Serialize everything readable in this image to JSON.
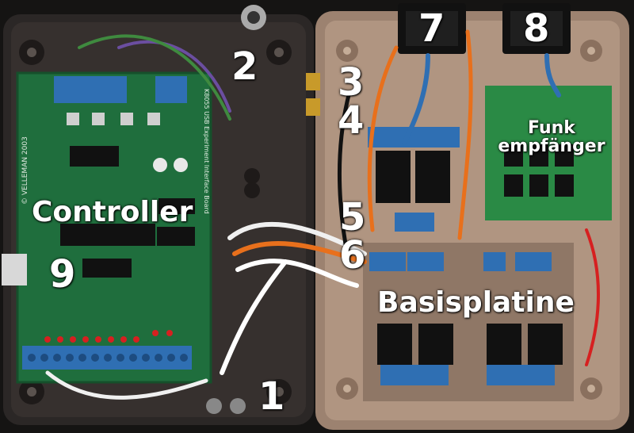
{
  "labels": {
    "n1": "1",
    "n2": "2",
    "n3": "3",
    "n4": "4",
    "n5": "5",
    "n6": "6",
    "n7": "7",
    "n8": "8",
    "n9": "9",
    "controller": "Controller",
    "basisplatine": "Basisplatine",
    "funk_line1": "Funk",
    "funk_line2": "empfänger"
  },
  "board_text": {
    "velleman": "© VELLEMAN 2003",
    "k8055": "K8055 USB Experiment Interface Board"
  },
  "colors": {
    "left_box": "#2b2726",
    "right_box": "#9c8270",
    "pcb_green": "#1f6e3d",
    "terminal_blue": "#2f6fb3",
    "label_text": "#ffffff"
  }
}
